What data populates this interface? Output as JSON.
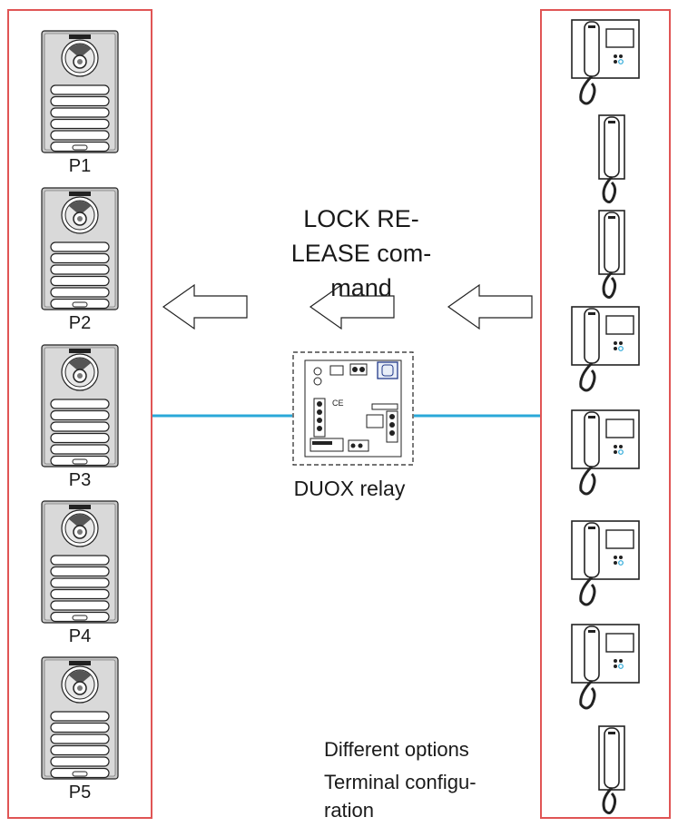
{
  "panels": [
    {
      "label": "P1"
    },
    {
      "label": "P2"
    },
    {
      "label": "P3"
    },
    {
      "label": "P4"
    },
    {
      "label": "P5"
    }
  ],
  "command_label": "LOCK RE-\nLEASE com-\nmand",
  "relay": {
    "label": "DUOX relay"
  },
  "options_label": "Different options",
  "terminal_config_label": "Terminal configu-\nration",
  "terminals": [
    {
      "type": "video-monitor-icon"
    },
    {
      "type": "telephone-icon"
    },
    {
      "type": "telephone-icon"
    },
    {
      "type": "video-monitor-icon"
    },
    {
      "type": "video-monitor-icon"
    },
    {
      "type": "video-monitor-icon"
    },
    {
      "type": "video-monitor-icon"
    },
    {
      "type": "telephone-icon"
    }
  ],
  "colors": {
    "border": "#e05555",
    "wire": "#2aa8d8",
    "panel_fill": "#c8c8c8"
  }
}
